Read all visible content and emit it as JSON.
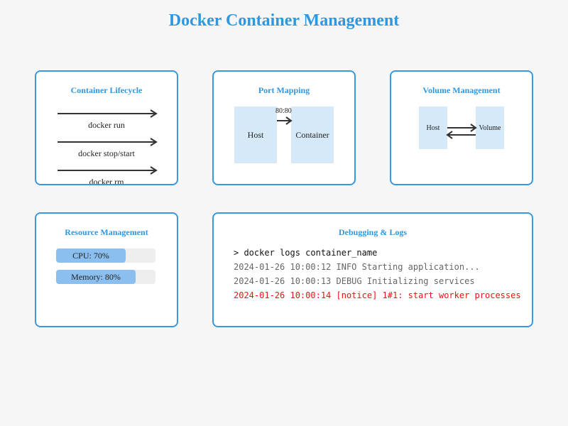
{
  "title": "Docker Container Management",
  "lifecycle": {
    "title": "Container Lifecycle",
    "commands": [
      "docker run",
      "docker stop/start",
      "docker rm"
    ]
  },
  "ports": {
    "title": "Port Mapping",
    "host": "Host",
    "container": "Container",
    "mapping": "80:80"
  },
  "volumes": {
    "title": "Volume Management",
    "host": "Host",
    "volume": "Volume"
  },
  "resources": {
    "title": "Resource Management",
    "bars": [
      {
        "label": "CPU: 70%",
        "fraction": 0.7
      },
      {
        "label": "Memory: 80%",
        "fraction": 0.8
      }
    ]
  },
  "logs": {
    "title": "Debugging & Logs",
    "command": "> docker logs container_name",
    "lines": [
      {
        "text": "2024-01-26 10:00:12 INFO Starting application...",
        "color": "#666666"
      },
      {
        "text": "2024-01-26 10:00:13 DEBUG Initializing services",
        "color": "#666666"
      },
      {
        "text": "2024-01-26 10:00:14 [notice] 1#1: start worker processes",
        "color": "#ee1111"
      }
    ]
  },
  "colors": {
    "accent": "#2f97df",
    "border": "#3a98df",
    "box": "#d5e9f8",
    "bar": "#8bbfef"
  }
}
